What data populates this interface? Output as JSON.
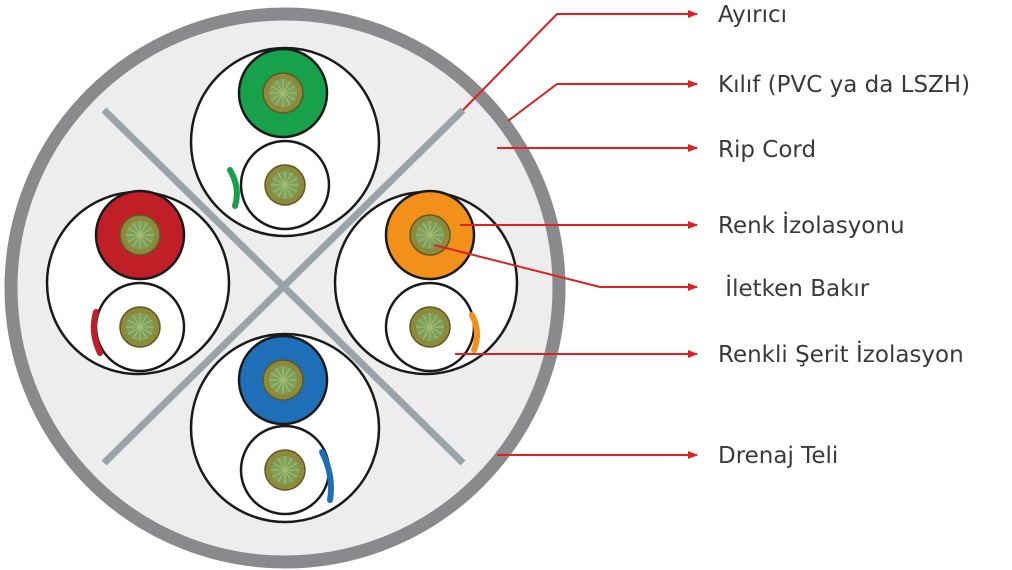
{
  "colors": {
    "jacket": "#8a8a8c",
    "jacket_fill": "#ededed",
    "separator": "#9aa3a8",
    "leader": "#e02020",
    "copper_outer": "#8e8a3c",
    "copper_inner": "#7fa05a",
    "pair_outline": "#1a1a1a"
  },
  "pairs": [
    {
      "name": "green",
      "color": "#17a14a"
    },
    {
      "name": "orange",
      "color": "#f39019"
    },
    {
      "name": "blue",
      "color": "#1f6fb8"
    },
    {
      "name": "brown",
      "color": "#c01f28"
    }
  ],
  "labels": [
    {
      "id": "separator",
      "text": "Ayırıcı"
    },
    {
      "id": "jacket",
      "text": "Kılıf (PVC ya da LSZH)"
    },
    {
      "id": "rip-cord",
      "text": "Rip Cord"
    },
    {
      "id": "color-insulation",
      "text": "Renk İzolasyonu"
    },
    {
      "id": "copper",
      "text": " İletken Bakır"
    },
    {
      "id": "stripe-insulation",
      "text": "Renkli Şerit İzolasyon"
    },
    {
      "id": "drain-wire",
      "text": "Drenaj Teli"
    }
  ]
}
